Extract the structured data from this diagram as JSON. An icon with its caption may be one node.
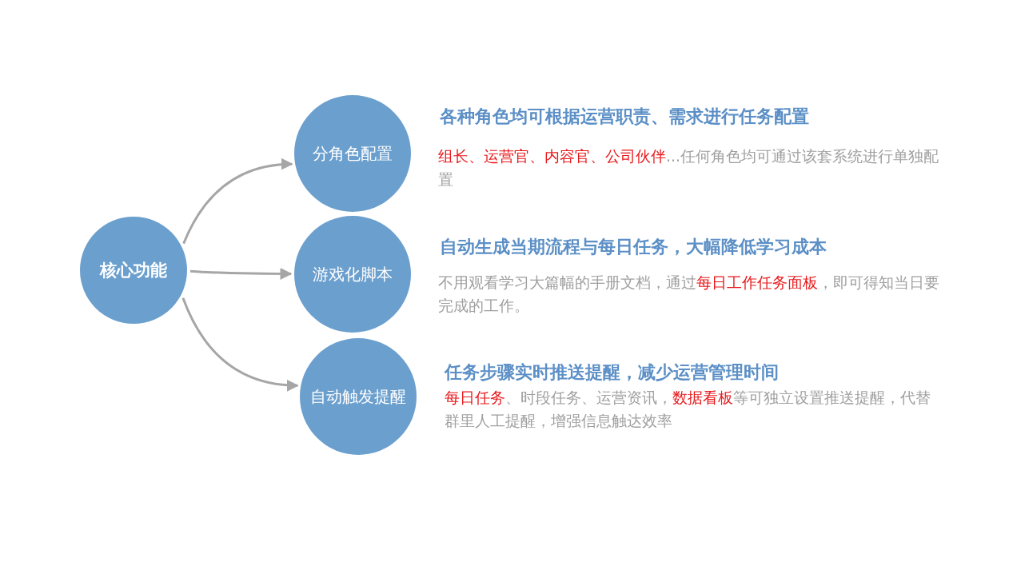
{
  "diagram": {
    "nodes": [
      {
        "text": [
          "核心功能"
        ]
      },
      {
        "text": [
          "分角色配置"
        ],
        "beside": [
          "各种角色均可根据运营职责、需求进行任务配置",
          "**组长、运营官、内容官、公司伙伴**...任何角色均可通过该套系统进行单独配置"
        ]
      },
      {
        "text": [
          "游戏化脚本"
        ],
        "beside": [
          "自动生成当期流程与每日任务，大幅降低学习成本",
          "不用观看学习大篇幅的手册文档，通过**每日工作任务面板**，即可得知当日要完成的工作。"
        ]
      },
      {
        "text": [
          "自动触发提醒"
        ],
        "beside": [
          "任务步骤实时推送提醒，减少运营管理时间",
          "**每日任务**、时段任务、运营资讯，**数据看板**等可独立设置推送提醒，代替群里人工提醒，增强信息触达效率"
        ]
      }
    ],
    "edges": [
      {
        "from": 0,
        "to": 1,
        "arrow": "to"
      },
      {
        "from": 0,
        "to": 2,
        "arrow": "to"
      },
      {
        "from": 0,
        "to": 3,
        "arrow": "to"
      }
    ]
  }
}
